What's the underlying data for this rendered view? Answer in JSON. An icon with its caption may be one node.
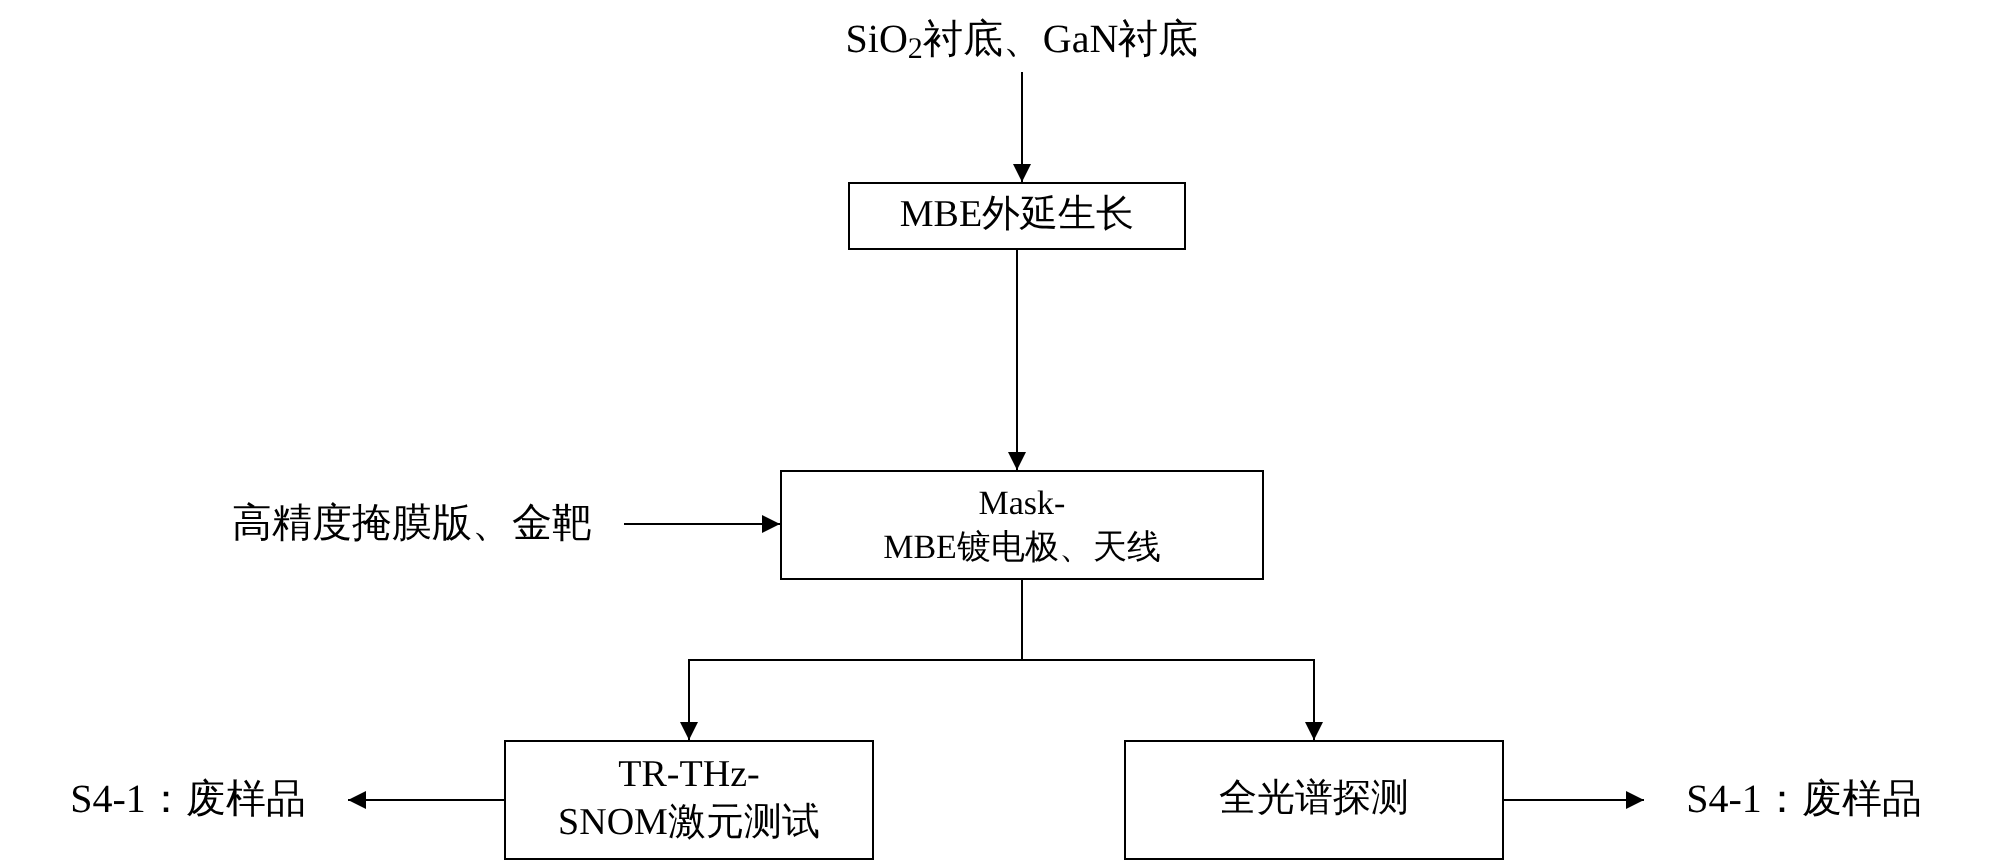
{
  "diagram": {
    "nodes": [
      {
        "text": [
          "SiO$_{2}$衬底、GaN衬底"
        ]
      },
      {
        "text": [
          "MBE外延生长"
        ]
      },
      {
        "text": [
          "高精度掩膜版、金靶"
        ]
      },
      {
        "text": [
          "Mask- MBE镀电极、天线"
        ]
      },
      {
        "text": [
          "TR-THz- SNOM激元测试"
        ]
      },
      {
        "text": [
          "全光谱探测"
        ]
      },
      {
        "text": [
          "S4-1：废样品"
        ]
      },
      {
        "text": [
          "S4-1：废样品"
        ]
      }
    ],
    "edges": [
      {
        "from": 0,
        "to": 1,
        "arrow": "to"
      },
      {
        "from": 1,
        "to": 3,
        "arrow": "to"
      },
      {
        "from": 2,
        "to": 3,
        "arrow": "to"
      },
      {
        "from": 3,
        "to": 4,
        "arrow": "to"
      },
      {
        "from": 3,
        "to": 5,
        "arrow": "to"
      },
      {
        "from": 4,
        "to": 6,
        "arrow": "to"
      },
      {
        "from": 5,
        "to": 7,
        "arrow": "to"
      }
    ]
  }
}
